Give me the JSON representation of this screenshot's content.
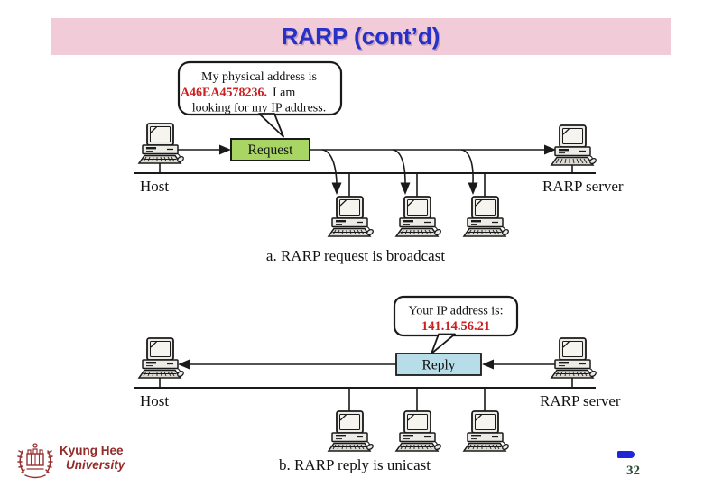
{
  "title": "RARP (cont’d)",
  "diagram_a": {
    "bubble": {
      "line1": "My physical address is",
      "address": "A46EA4578236.",
      "line2_rest": "I am",
      "line3": "looking for my IP address."
    },
    "packet_label": "Request",
    "host_label": "Host",
    "server_label": "RARP server",
    "caption": "a. RARP request is broadcast"
  },
  "diagram_b": {
    "bubble": {
      "line1": "Your IP address is:",
      "address": "141.14.56.21"
    },
    "packet_label": "Reply",
    "host_label": "Host",
    "server_label": "RARP server",
    "caption": "b. RARP reply is unicast"
  },
  "footer": {
    "university_line1": "Kyung Hee",
    "university_line2": "University",
    "page_number": "32"
  },
  "colors": {
    "title_bg": "#f2cbd9",
    "title_text": "#2531c8",
    "request_fill": "#a8d564",
    "reply_fill": "#b6dde8",
    "address_red": "#cc2020",
    "university_red": "#942b2b",
    "page_number_green": "#274f33",
    "footer_dash_blue": "#2026d8"
  }
}
